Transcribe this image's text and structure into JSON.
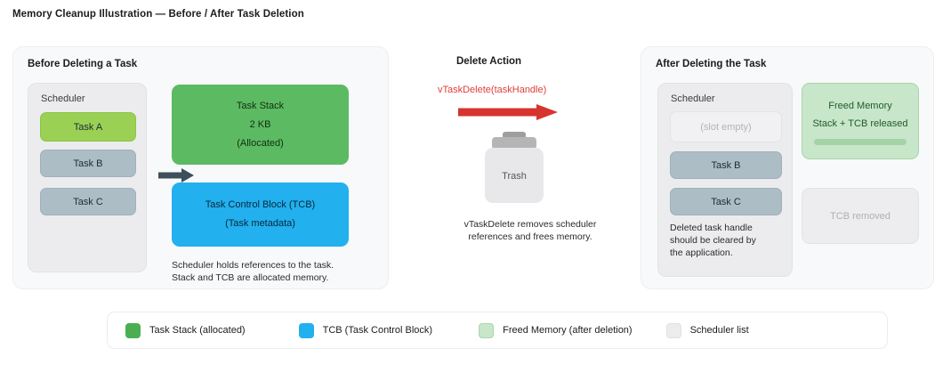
{
  "title": "Memory Cleanup Illustration — Before / After Task Deletion",
  "before": {
    "heading": "Before Deleting a Task",
    "scheduler_label": "Scheduler",
    "tasks": [
      {
        "label": "Task A",
        "state": "active"
      },
      {
        "label": "Task B",
        "state": "idle"
      },
      {
        "label": "Task C",
        "state": "idle"
      }
    ],
    "stack_block": {
      "line1": "Task Stack",
      "line2": "2 KB",
      "line3": "(Allocated)"
    },
    "tcb_block": {
      "line1": "Task Control Block (TCB)",
      "line2": "(Task metadata)"
    },
    "caption_line1": "Scheduler holds references to the task.",
    "caption_line2": "Stack and TCB are allocated memory."
  },
  "middle": {
    "heading": "Delete Action",
    "code": "vTaskDelete(taskHandle)",
    "trash_label": "Trash",
    "caption_line1": "vTaskDelete removes scheduler",
    "caption_line2": "references and frees memory."
  },
  "after": {
    "heading": "After Deleting the Task",
    "scheduler_label": "Scheduler",
    "tasks": [
      {
        "label": "(slot empty)",
        "state": "empty"
      },
      {
        "label": "Task B",
        "state": "idle"
      },
      {
        "label": "Task C",
        "state": "idle"
      }
    ],
    "freed_block": {
      "line1": "Freed Memory",
      "line2": "Stack + TCB released"
    },
    "removed_block": {
      "line1": "TCB removed"
    },
    "caption_line1": "Deleted task handle",
    "caption_line2": "should be cleared by",
    "caption_line3": "the application."
  },
  "legend": {
    "items": [
      {
        "label": "Task Stack (allocated)",
        "color": "#4cae53"
      },
      {
        "label": "TCB (Task Control Block)",
        "color": "#22b0ef"
      },
      {
        "label": "Freed Memory (after deletion)",
        "color": "#c8e6c9"
      },
      {
        "label": "Scheduler list",
        "color": "#ececee"
      }
    ]
  },
  "colors": {
    "stack_green": "#5cba63",
    "tcb_blue": "#22b0ef",
    "task_active_green": "#9ad155",
    "task_idle_gray": "#adbdc6",
    "freed_green": "#c8e6c9",
    "code_red": "#e0403a",
    "arrow_dark": "#3e4e5a"
  }
}
